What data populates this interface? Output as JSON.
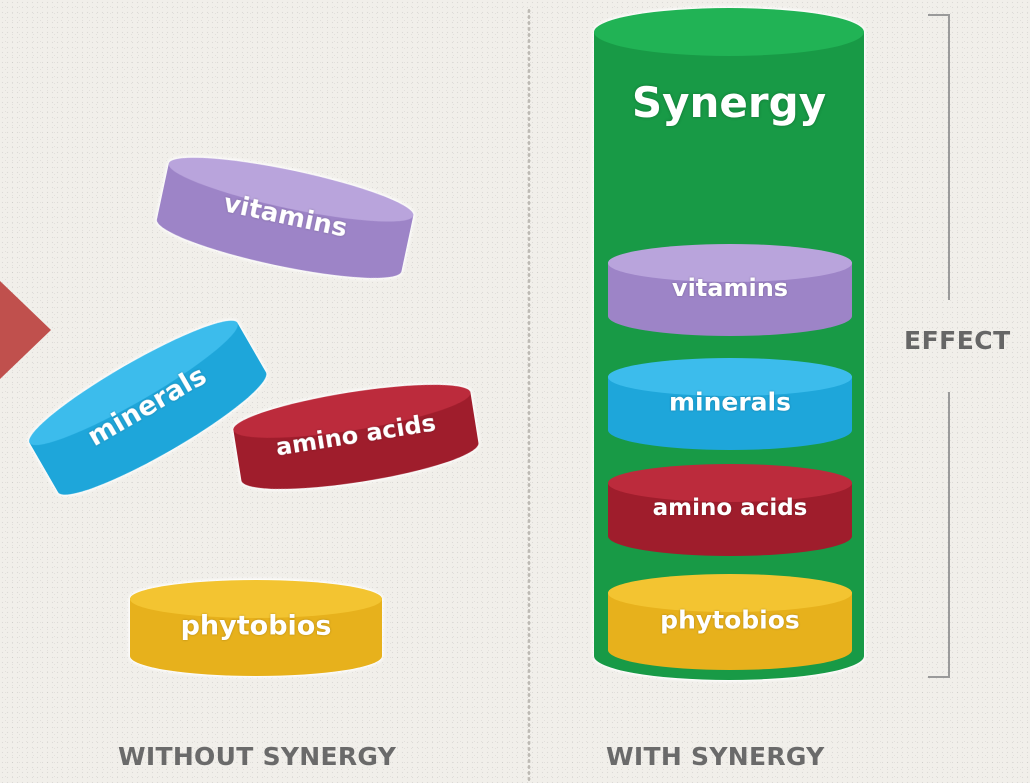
{
  "without": {
    "caption": "WITHOUT SYNERGY",
    "items": {
      "vitamins": "vitamins",
      "minerals": "minerals",
      "amino_acids": "amino acids",
      "phytobios": "phytobios"
    }
  },
  "with": {
    "caption": "WITH SYNERGY",
    "title": "Synergy",
    "items": {
      "vitamins": "vitamins",
      "minerals": "minerals",
      "amino_acids": "amino acids",
      "phytobios": "phytobios"
    }
  },
  "effect_label": "EFFECT",
  "colors": {
    "vitamins": "#9d84c7",
    "minerals": "#1ea6da",
    "amino_acids": "#9f1d2c",
    "phytobios": "#e7b11c",
    "synergy": "#189a46",
    "arrow": "#c0504d"
  }
}
